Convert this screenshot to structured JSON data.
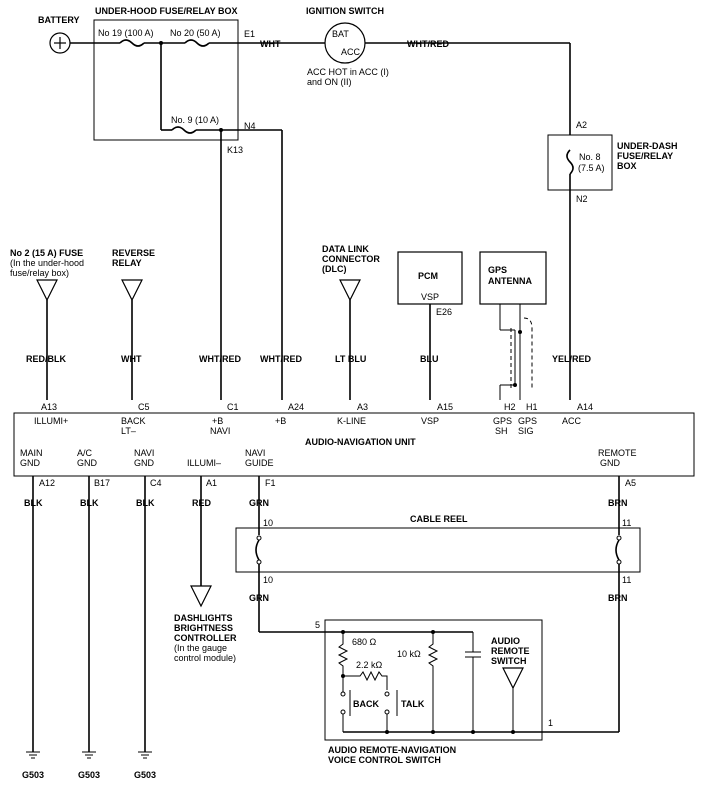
{
  "battery": {
    "label": "BATTERY"
  },
  "underhood_box": {
    "title": "UNDER-HOOD FUSE/RELAY BOX",
    "fuse19": "No 19 (100 A)",
    "fuse20": "No 20 (50 A)",
    "fuse9": "No. 9 (10 A)",
    "pin_e1": "E1",
    "pin_n4": "N4",
    "pin_k13": "K13"
  },
  "ignition": {
    "title": "IGNITION SWITCH",
    "bat": "BAT",
    "acc": "ACC",
    "note1": "ACC HOT in ACC (I)",
    "note2": "and ON (II)"
  },
  "wires_top": {
    "wht": "WHT",
    "wht_red": "WHT/RED"
  },
  "underdash": {
    "title1": "UNDER-DASH",
    "title2": "FUSE/RELAY",
    "title3": "BOX",
    "pin_a2": "A2",
    "pin_n2": "N2",
    "fuse1": "No. 8",
    "fuse2": "(7.5 A)"
  },
  "sources": {
    "fuse2_l1": "No  2 (15 A) FUSE",
    "fuse2_l2": "(In the under-hood",
    "fuse2_l3": "fuse/relay box)",
    "rev_l1": "REVERSE",
    "rev_l2": "RELAY",
    "dlc_l1": "DATA LINK",
    "dlc_l2": "CONNECTOR",
    "dlc_l3": "(DLC)",
    "pcm": "PCM",
    "pcm_vsp": "VSP",
    "pcm_pin": "E26",
    "gps_l1": "GPS",
    "gps_l2": "ANTENNA"
  },
  "wire_colors": {
    "red_blk": "RED/BLK",
    "wht": "WHT",
    "wht_red_1": "WHT/RED",
    "wht_red_2": "WHT/RED",
    "lt_blu": "LT BLU",
    "blu": "BLU",
    "yel_red": "YEL/RED"
  },
  "unit_pins_top": {
    "a13": "A13",
    "c5": "C5",
    "c1": "C1",
    "a24": "A24",
    "a3": "A3",
    "a15": "A15",
    "h2": "H2",
    "h1": "H1",
    "a14": "A14"
  },
  "unit_labels_top": {
    "illumi_plus": "ILLUMI+",
    "back1": "BACK",
    "back2": "LT–",
    "b_navi1": "+B",
    "b_navi2": "NAVI",
    "b_plus": "+B",
    "kline": "K-LINE",
    "vsp": "VSP",
    "gps_sh1": "GPS",
    "gps_sh2": "SH",
    "gps_sig1": "GPS",
    "gps_sig2": "SIG",
    "acc": "ACC"
  },
  "unit": {
    "title": "AUDIO-NAVIGATION UNIT"
  },
  "unit_labels_bottom": {
    "main1": "MAIN",
    "main2": "GND",
    "ac1": "A/C",
    "ac2": "GND",
    "navi1": "NAVI",
    "navi2": "GND",
    "illumi_minus": "ILLUMI–",
    "guide1": "NAVI",
    "guide2": "GUIDE",
    "remote1": "REMOTE",
    "remote2": "GND"
  },
  "unit_pins_bottom": {
    "a12": "A12",
    "b17": "B17",
    "c4": "C4",
    "a1": "A1",
    "f1": "F1",
    "a5": "A5"
  },
  "wire_colors_bottom": {
    "blk1": "BLK",
    "blk2": "BLK",
    "blk3": "BLK",
    "red": "RED",
    "grn1": "GRN",
    "brn1": "BRN",
    "grn2": "GRN",
    "brn2": "BRN"
  },
  "cable_reel": {
    "title": "CABLE REEL",
    "p10a": "10",
    "p11a": "11",
    "p10b": "10",
    "p11b": "11"
  },
  "dimmer": {
    "l1": "DASHLIGHTS",
    "l2": "BRIGHTNESS",
    "l3": "CONTROLLER",
    "l4": "(In the gauge",
    "l5": "control module)"
  },
  "grounds": {
    "g1": "G503",
    "g2": "G503",
    "g3": "G503"
  },
  "switch": {
    "pin5": "5",
    "pin1": "1",
    "r680": "680 Ω",
    "r22": "2.2 kΩ",
    "r10": "10 kΩ",
    "back": "BACK",
    "talk": "TALK",
    "audio1": "AUDIO",
    "audio2": "REMOTE",
    "audio3": "SWITCH",
    "title1": "AUDIO REMOTE-NAVIGATION",
    "title2": "VOICE CONTROL SWITCH"
  }
}
